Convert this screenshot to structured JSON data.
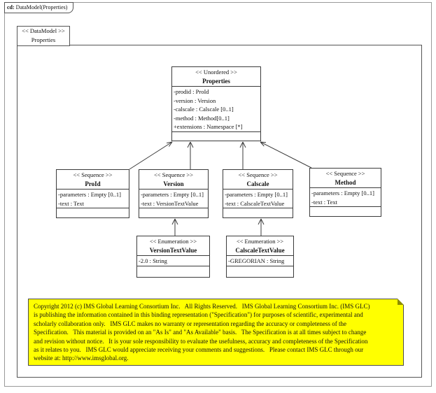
{
  "window": {
    "tab_prefix": "cd:",
    "tab_title": " DataModel(Properties)"
  },
  "frame": {
    "stereotype": "<< DataModel >>",
    "name": "Properties"
  },
  "classes": {
    "properties": {
      "stereotype": "<< Unordered >>",
      "name": "Properties",
      "attributes": [
        "-prodid : ProId",
        "-version : Version",
        "-calscale : Calscale [0..1]",
        "-method : Method[0..1]",
        "+extensions : Namespace [*]"
      ]
    },
    "proid": {
      "stereotype": "<< Sequence >>",
      "name": "ProId",
      "attributes": [
        "-parameters : Empty [0..1]",
        "-text : Text"
      ]
    },
    "version": {
      "stereotype": "<< Sequence >>",
      "name": "Version",
      "attributes": [
        "-parameters : Empty [0..1]",
        "-text : VersionTextValue"
      ]
    },
    "calscale": {
      "stereotype": "<< Sequence >>",
      "name": "Calscale",
      "attributes": [
        "-parameters : Empty [0..1]",
        "-text : CalscaleTextValue"
      ]
    },
    "method": {
      "stereotype": "<< Sequence >>",
      "name": "Method",
      "attributes": [
        "-parameters : Empty [0..1]",
        "-text : Text"
      ]
    },
    "version_text_value": {
      "stereotype": "<< Enumeration  >>",
      "name": "VersionTextValue",
      "attributes": [
        "-2.0 : String"
      ]
    },
    "calscale_text_value": {
      "stereotype": "<< Enumeration  >>",
      "name": "CalscaleTextValue",
      "attributes": [
        "-GREGORIAN : String"
      ]
    }
  },
  "note": {
    "fill_color": "#ffff00",
    "lines": [
      "Copyright 2012 (c) IMS Global Learning Consortium Inc.   All Rights Reserved.   IMS Global Learning Consortium Inc. (IMS GLC)",
      "is publishing the information contained in this binding representation (\"Specification\") for purposes of scientific, experimental and",
      "scholarly collaboration only.   IMS GLC makes no warranty or representation regarding the accuracy or completeness of the",
      "Specification.   This material is provided on an \"As Is\" and \"As Available\" basis.   The Specification is at all times subject to change",
      "and revision without notice.   It is your sole responsibility to evaluate the usefulness, accuracy and completeness of the Specification",
      "as it relates to you.   IMS GLC would appreciate receiving your comments and suggestions.   Please contact IMS GLC through our",
      "website at: http://www.imsglobal.org."
    ]
  },
  "colors": {
    "background": "#ffffff",
    "box_border": "#3b3b3b",
    "note_fill": "#ffff00",
    "outer_border": "#9a9a9a"
  }
}
